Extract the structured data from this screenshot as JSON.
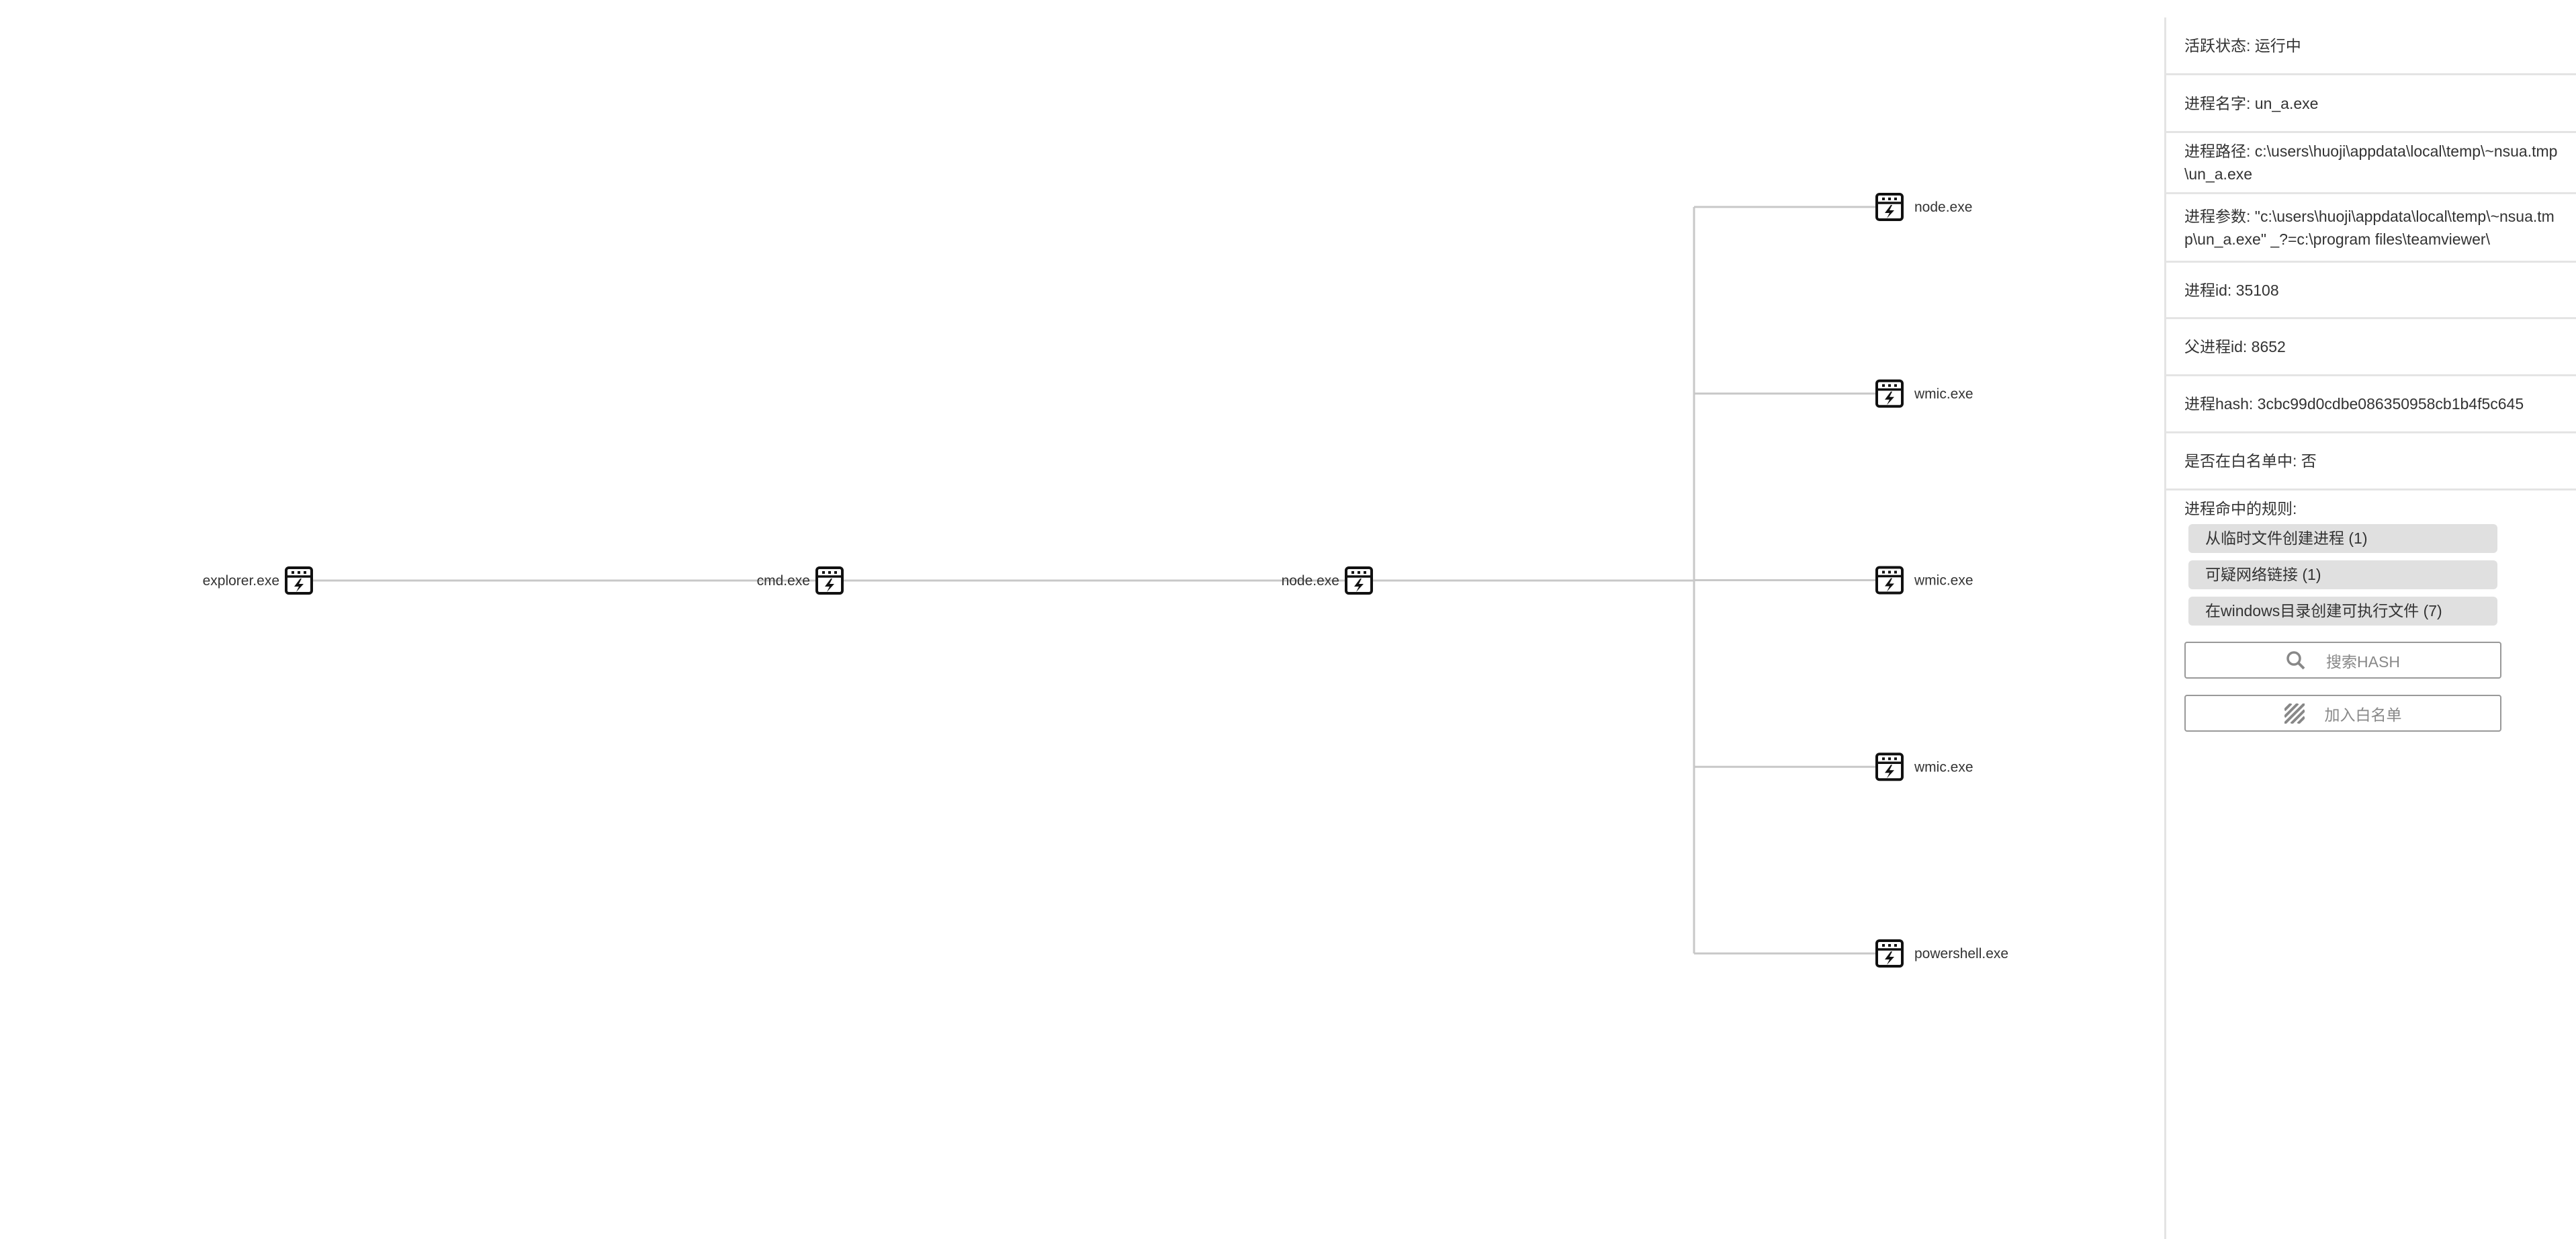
{
  "tree": {
    "root": {
      "label": "explorer.exe",
      "icon": "process-icon"
    },
    "chain": [
      {
        "label": "cmd.exe",
        "icon": "process-icon"
      },
      {
        "label": "node.exe",
        "icon": "process-icon"
      }
    ],
    "children": [
      {
        "label": "node.exe",
        "icon": "process-icon"
      },
      {
        "label": "wmic.exe",
        "icon": "process-icon"
      },
      {
        "label": "wmic.exe",
        "icon": "process-icon"
      },
      {
        "label": "wmic.exe",
        "icon": "process-icon"
      },
      {
        "label": "powershell.exe",
        "icon": "process-icon"
      }
    ]
  },
  "details": {
    "status": "活跃状态: 运行中",
    "name": "进程名字: un_a.exe",
    "path": "进程路径: c:\\users\\huoji\\appdata\\local\\temp\\~nsua.tmp\\un_a.exe",
    "args": "进程参数: \"c:\\users\\huoji\\appdata\\local\\temp\\~nsua.tmp\\un_a.exe\" _?=c:\\program files\\teamviewer\\",
    "pid": "进程id: 35108",
    "ppid": "父进程id: 8652",
    "hash": "进程hash: 3cbc99d0cdbe086350958cb1b4f5c645",
    "whitelisted": "是否在白名单中: 否",
    "rules_title": "进程命中的规则:",
    "rules": [
      "从临时文件创建进程 (1)",
      "可疑网络链接 (1)",
      "在windows目录创建可执行文件 (7)"
    ],
    "search_hash_label": "搜索HASH",
    "add_whitelist_label": "加入白名单"
  },
  "colors": {
    "edge": "#c8c8c8",
    "chip": "#e0e0e0",
    "text": "#333333"
  }
}
